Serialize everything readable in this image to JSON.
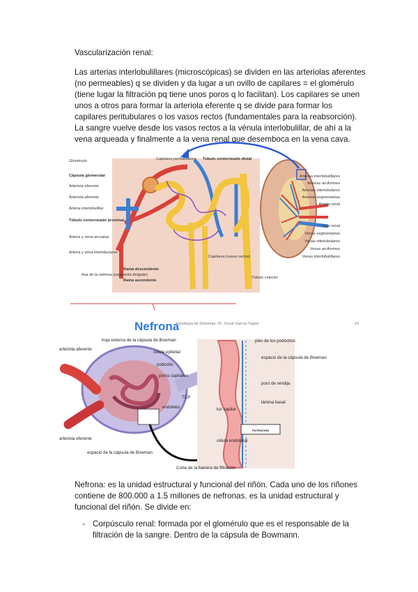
{
  "heading": "Vascularización renal:",
  "intro": "Las arterias interlobulillares (microscópicas) se dividen en las arteriolas aferentes (no permeables) q se dividen y da lugar a un ovillo de capilares = el glomérulo (tiene lugar la filtración pq tiene unos poros q lo facilitan). Los capilares se unen unos a otros para formar la arteriola eferente q se divide para formar los capilares peritubulares o los vasos rectos (fundamentales para la reabsorción). La sangre vuelve desde los vasos rectos a la vénula interlobulillar, de ahí a la vena arqueada y finalmente a la vena renal que desemboca en la vena cava.",
  "figure1": {
    "left_labels": [
      "Glomérulo",
      "Cápsula glomerular",
      "Arteriola eferente",
      "Arteriola aferente",
      "Arteria interlobulillar",
      "Túbulo contorneado proximal",
      "Arteria y vena arcuatas",
      "Arteria y vena interlobulares"
    ],
    "top_labels": [
      "Capilares peritubulares",
      "Túbulo contorneado distal"
    ],
    "bottom_labels": [
      "Asa de la nefrona (segmento delgado)",
      "Rama descendente",
      "Rama ascendente",
      "Capilares (vasos rectos)",
      "Túbulo colector"
    ],
    "right_labels": [
      "Arterias interlobulillares",
      "Arterias arciformes",
      "Arterias interlobulares",
      "Arterias segmentarias",
      "Arteria renal",
      "Vena renal",
      "Venas segmentarias",
      "Venas interlobulares",
      "Venas arciformes",
      "Venas interlobulillares"
    ],
    "caption": "Fisiología de Sistemas. Dr. Josué García Yagüe",
    "page_number": "14"
  },
  "figure2": {
    "title": "Nefrona",
    "left_labels": [
      "hoja externa de la cápsula de Bowman",
      "célula epitelial",
      "podocito",
      "arteriola aferente",
      "poros capilares",
      "TCP",
      "endotelio",
      "arteriola eferente",
      "espacio de la cápsula de Bowman",
      "Corte de la barrera de filtración"
    ],
    "right_labels": [
      "pies de los podocitos",
      "espacio de la cápsula de Bowman",
      "poro de rendija",
      "lámina basal",
      "luz capilar",
      "célula endotelial"
    ],
    "box_label": "FILTRACIÓN"
  },
  "nefrona_def": "Nefrona: es la unidad estructural y funcional del riñón. Cada uno de los riñones contiene de 800.000 a 1.5 millones de nefronas. es la unidad estructural y funcional del riñón. Se divide en:",
  "bullets": [
    {
      "dash": "-",
      "text": "Corpúsculo renal: formada por el glomérulo que es el responsable de la filtración de la sangre. Dentro de la cápsula de Bowmann."
    }
  ],
  "colors": {
    "artery": "#d9413b",
    "vein": "#3d7fd1",
    "tubule": "#f2c53d",
    "accent_title": "#2e7be0",
    "arrow": "#2e5ad4"
  }
}
